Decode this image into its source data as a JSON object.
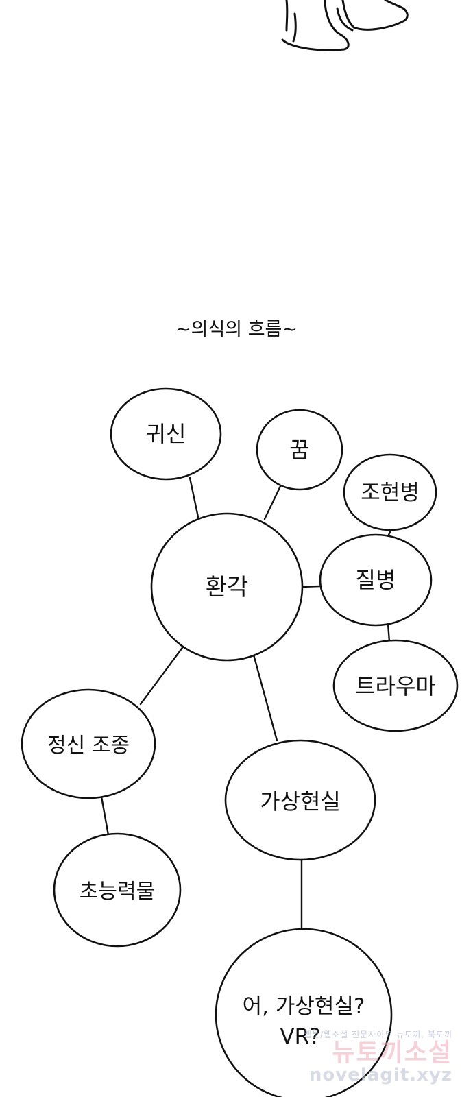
{
  "title": "~의식의 흐름~",
  "diagram": {
    "center": "환각",
    "nodes": [
      {
        "id": "ghost",
        "label": "귀신"
      },
      {
        "id": "dream",
        "label": "꿈"
      },
      {
        "id": "hallucination",
        "label": "환각"
      },
      {
        "id": "schizophrenia",
        "label": "조현병"
      },
      {
        "id": "illness",
        "label": "질병"
      },
      {
        "id": "trauma",
        "label": "트라우마"
      },
      {
        "id": "mind-control",
        "label": "정신 조종"
      },
      {
        "id": "virtual-reality",
        "label": "가상현실"
      },
      {
        "id": "superpower",
        "label": "초능력물"
      },
      {
        "id": "vr-question",
        "label": "어, 가상현실?",
        "label2": "VR?"
      }
    ],
    "edges": [
      [
        "ghost",
        "hallucination"
      ],
      [
        "dream",
        "hallucination"
      ],
      [
        "hallucination",
        "illness"
      ],
      [
        "schizophrenia",
        "illness"
      ],
      [
        "illness",
        "trauma"
      ],
      [
        "hallucination",
        "mind-control"
      ],
      [
        "hallucination",
        "virtual-reality"
      ],
      [
        "mind-control",
        "superpower"
      ],
      [
        "virtual-reality",
        "vr-question"
      ]
    ]
  },
  "watermark": {
    "line1": "웹툰/웹소설 전문사이트 뉴토끼, 북토끼",
    "line2": "뉴토끼소설",
    "line3": "novelagit.xyz"
  }
}
